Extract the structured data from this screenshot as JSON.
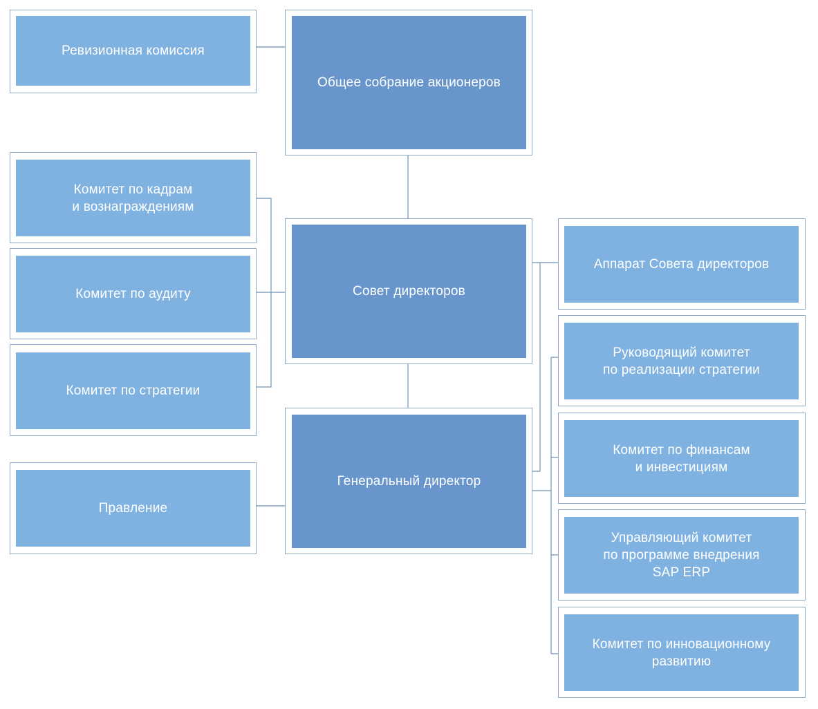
{
  "diagram": {
    "nodes": {
      "shareholders": "Общее собрание акционеров",
      "audit_commission": "Ревизионная комиссия",
      "board": "Совет директоров",
      "hr_committee": "Комитет по кадрам\nи вознаграждениям",
      "audit_committee": "Комитет по аудиту",
      "strategy_committee": "Комитет по стратегии",
      "ceo": "Генеральный директор",
      "management_board": "Правление",
      "board_office": "Аппарат Совета директоров",
      "strategy_steering": "Руководящий комитет\nпо реализации стратегии",
      "finance_committee": "Комитет по финансам\nи инвестициям",
      "erp_committee": "Управляющий комитет\nпо программе внедрения\nSAP ERP",
      "innovation_committee": "Комитет по инновационному\nразвитию"
    },
    "colors": {
      "primary_box": "#6896cc",
      "secondary_box": "#7fb2e0",
      "frame_border": "#8aa7c6",
      "connector": "#6f8fb3"
    }
  }
}
